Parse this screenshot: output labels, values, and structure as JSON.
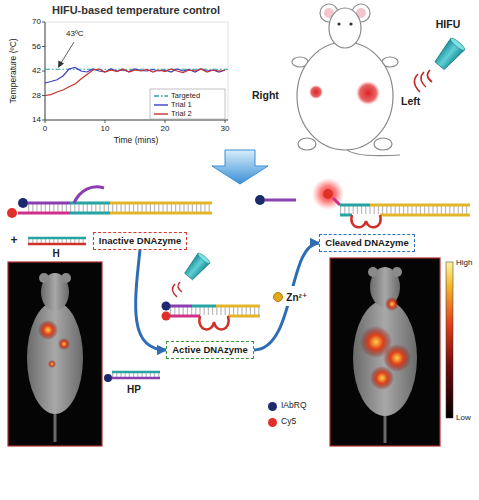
{
  "diagram": {
    "title": "HIFU-based temperature control",
    "nodes": [
      {
        "text": [
          "Inactive DNAzyme"
        ]
      },
      {
        "text": [
          "Active DNAzyme"
        ]
      },
      {
        "text": [
          "Cleaved DNAzyme"
        ]
      }
    ],
    "edges": [
      {
        "from": 0,
        "to": 1,
        "arrow": "to"
      },
      {
        "from": 1,
        "to": 2,
        "label": "Zn²⁺",
        "arrow": "to"
      }
    ],
    "labels": [
      "70",
      "56",
      "42",
      "28",
      "14",
      "0",
      "10",
      "20",
      "30",
      "Temperature (ºC)",
      "Time (mins)",
      "43ºC",
      "Right",
      "Left",
      "HIFU",
      "+",
      "H",
      "HP",
      "High",
      "Low"
    ],
    "legend": [
      {
        "text": "Targeted"
      },
      {
        "text": "Trial 1"
      },
      {
        "text": "Trial 2"
      },
      {
        "text": "IAbRQ",
        "color": "#1e2a6e"
      },
      {
        "text": "Cy5",
        "color": "#e0302a"
      }
    ]
  }
}
